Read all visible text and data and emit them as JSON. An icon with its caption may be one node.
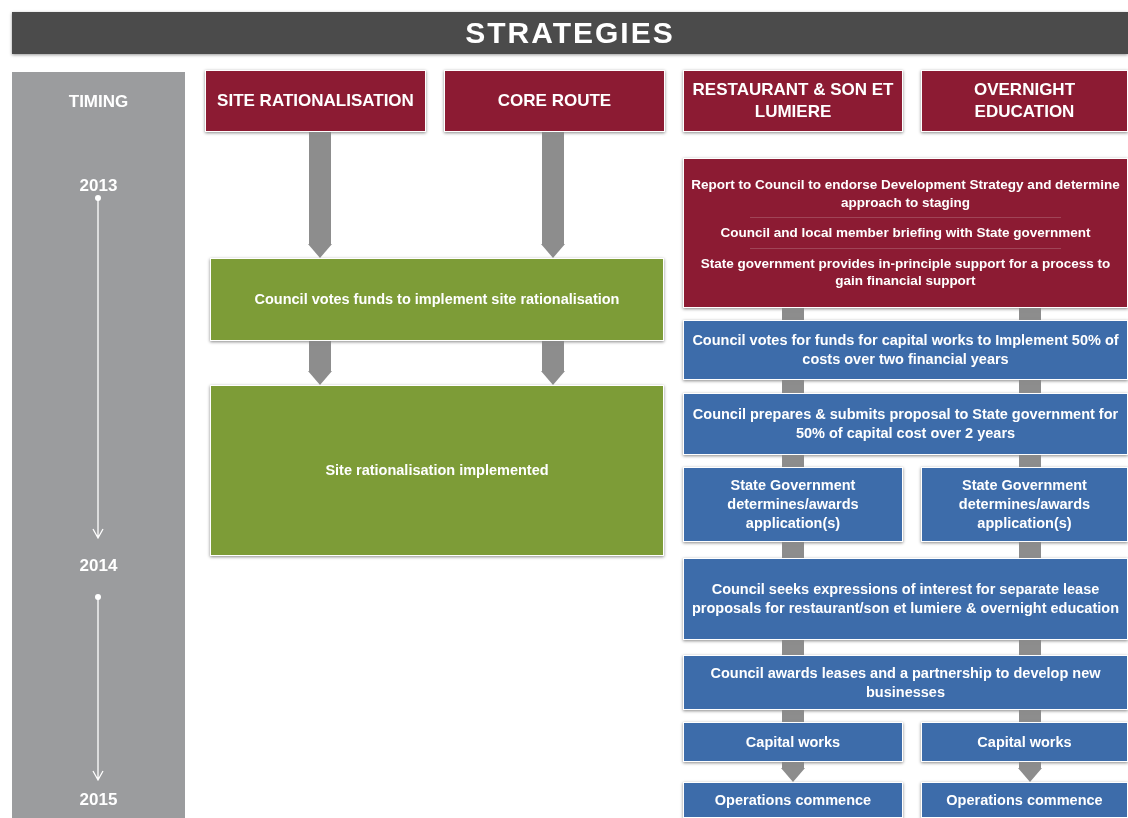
{
  "diagram": {
    "title": "STRATEGIES",
    "nodes": [
      {
        "text": [
          "SITE RATIONALISATION"
        ]
      },
      {
        "text": [
          "CORE ROUTE"
        ]
      },
      {
        "text": [
          "RESTAURANT & SON ET LUMIERE"
        ]
      },
      {
        "text": [
          "OVERNIGHT EDUCATION"
        ]
      },
      {
        "text": [
          "Report to Council to endorse Development Strategy and determine approach to staging",
          "Council and local member briefing with State government",
          "State government provides in-principle support for a process to gain financial support"
        ]
      },
      {
        "text": [
          "Council votes funds to implement site rationalisation"
        ]
      },
      {
        "text": [
          "Council votes for funds for capital works to Implement 50% of costs over two financial years"
        ]
      },
      {
        "text": [
          "Site rationalisation implemented"
        ]
      },
      {
        "text": [
          "Council prepares & submits proposal to State government for 50% of capital cost over 2 years"
        ]
      },
      {
        "text": [
          "State Government determines/awards application(s)"
        ]
      },
      {
        "text": [
          "State Government determines/awards application(s)"
        ]
      },
      {
        "text": [
          "Council seeks expressions of interest for separate lease proposals for restaurant/son et lumiere & overnight education"
        ]
      },
      {
        "text": [
          "Council awards leases and a partnership to develop new businesses"
        ]
      },
      {
        "text": [
          "Capital works"
        ]
      },
      {
        "text": [
          "Capital works"
        ]
      },
      {
        "text": [
          "Operations commence"
        ]
      },
      {
        "text": [
          "Operations commence"
        ]
      }
    ],
    "edges": [
      {
        "from": 0,
        "to": 5,
        "arrow": "to"
      },
      {
        "from": 1,
        "to": 5,
        "arrow": "to"
      },
      {
        "from": 5,
        "to": 7,
        "arrow": "to"
      },
      {
        "from": 5,
        "to": 7,
        "arrow": "to"
      },
      {
        "from": 4,
        "to": 6,
        "arrow": "none"
      },
      {
        "from": 4,
        "to": 6,
        "arrow": "none"
      },
      {
        "from": 6,
        "to": 8,
        "arrow": "none"
      },
      {
        "from": 6,
        "to": 8,
        "arrow": "none"
      },
      {
        "from": 8,
        "to": 9,
        "arrow": "none"
      },
      {
        "from": 8,
        "to": 10,
        "arrow": "none"
      },
      {
        "from": 9,
        "to": 11,
        "arrow": "none"
      },
      {
        "from": 10,
        "to": 11,
        "arrow": "none"
      },
      {
        "from": 11,
        "to": 12,
        "arrow": "none"
      },
      {
        "from": 11,
        "to": 12,
        "arrow": "none"
      },
      {
        "from": 12,
        "to": 13,
        "arrow": "none"
      },
      {
        "from": 12,
        "to": 14,
        "arrow": "none"
      },
      {
        "from": 13,
        "to": 15,
        "arrow": "to"
      },
      {
        "from": 14,
        "to": 16,
        "arrow": "to"
      }
    ],
    "labels": [
      "TIMING",
      "2013",
      "2014",
      "2015"
    ]
  }
}
